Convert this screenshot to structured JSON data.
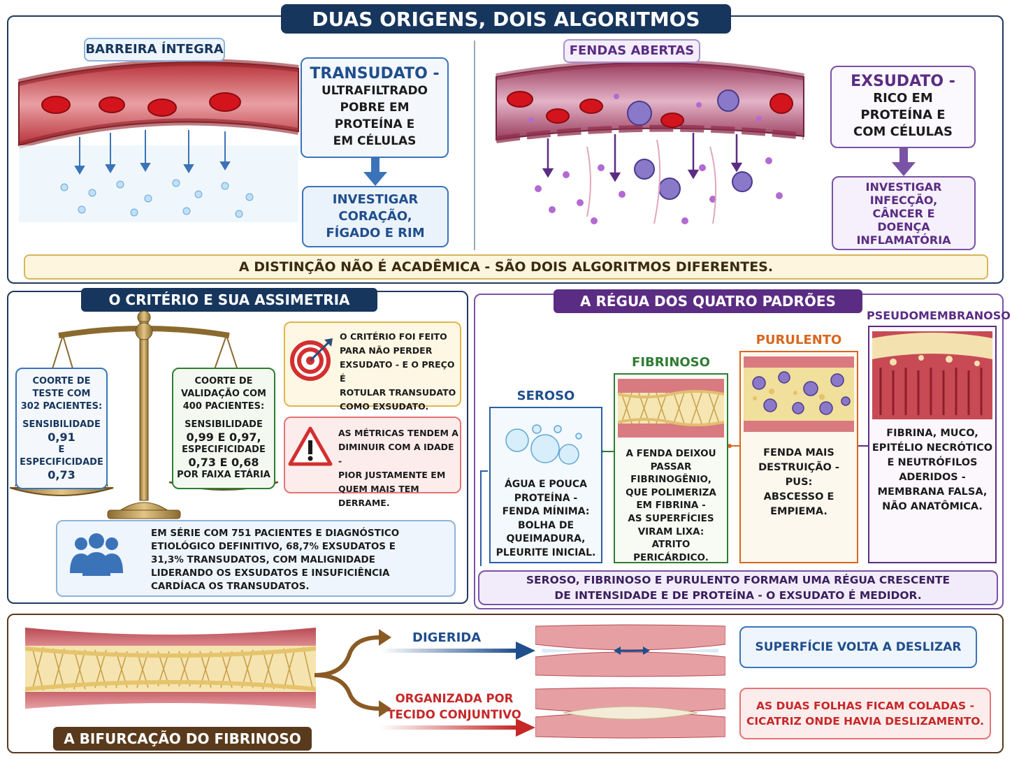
{
  "title": "DUAS ORIGENS, DOIS ALGORITMOS",
  "top": {
    "left_label": "BARREIRA ÍNTEGRA",
    "right_label": "FENDAS ABERTAS",
    "transudato": {
      "head": "TRANSUDATO -",
      "lines": [
        "ULTRAFILTRADO",
        "POBRE EM",
        "PROTEÍNA E",
        "EM CÉLULAS"
      ]
    },
    "transudato_action": [
      "INVESTIGAR",
      "CORAÇÃO,",
      "FÍGADO E RIM"
    ],
    "exsudato": {
      "head": "EXSUDATO -",
      "lines": [
        "RICO EM",
        "PROTEÍNA E",
        "COM CÉLULAS"
      ]
    },
    "exsudato_action": [
      "INVESTIGAR",
      "INFECÇÃO,",
      "CÂNCER E",
      "DOENÇA",
      "INFLAMATÓRIA"
    ],
    "banner": "A DISTINÇÃO NÃO É ACADÊMICA - SÃO DOIS ALGORITMOS DIFERENTES."
  },
  "criterio": {
    "title": "O CRITÉRIO E SUA ASSIMETRIA",
    "teste": [
      "COORTE DE",
      "TESTE COM",
      "302 PACIENTES:",
      "",
      "SENSIBILIDADE",
      "0,91",
      "E",
      "ESPECIFICIDADE",
      "0,73"
    ],
    "validacao": [
      "COORTE DE",
      "VALIDAÇÃO COM",
      "400 PACIENTES:",
      "",
      "SENSIBILIDADE",
      "0,99 E 0,97,",
      "ESPECIFICIDADE",
      "0,73 E 0,68",
      "POR FAIXA ETÁRIA"
    ],
    "note1": [
      "O CRITÉRIO FOI FEITO",
      "PARA NÃO PERDER",
      "EXSUDATO - E O PREÇO É",
      "ROTULAR TRANSUDATO",
      "COMO EXSUDATO."
    ],
    "note2": [
      "AS MÉTRICAS TENDEM A",
      "DIMINUIR  COM A IDADE -",
      "PIOR JUSTAMENTE EM",
      "QUEM MAIS TEM DERRAME."
    ],
    "serie": [
      "EM SÉRIE COM 751 PACIENTES E DIAGNÓSTICO",
      "ETIOLÓGICO DEFINITIVO, 68,7% EXSUDATOS E",
      "31,3% TRANSUDATOS, COM MALIGNIDADE",
      "LIDERANDO OS EXSUDATOS E INSUFICIÊNCIA",
      "CARDÍACA OS TRANSUDATOS."
    ]
  },
  "regua": {
    "title": "A RÉGUA DOS QUATRO PADRÕES",
    "seroso": {
      "label": "SEROSO",
      "text": [
        "ÁGUA E POUCA",
        "PROTEÍNA -",
        "FENDA MÍNIMA:",
        "BOLHA DE",
        "QUEIMADURA,",
        "PLEURITE INICIAL."
      ]
    },
    "fibrinoso": {
      "label": "FIBRINOSO",
      "text": [
        "A FENDA DEIXOU",
        "PASSAR",
        "FIBRINOGÊNIO,",
        "QUE POLIMERIZA",
        "EM FIBRINA -",
        "AS SUPERFÍCIES",
        "VIRAM LIXA:",
        "ATRITO",
        "PERICÁRDICO."
      ]
    },
    "purulento": {
      "label": "PURULENTO",
      "text": [
        "FENDA MAIS",
        "DESTRUIÇÃO -",
        "PUS:",
        "ABSCESSO E",
        "EMPIEMA."
      ]
    },
    "pseudo": {
      "label": "PSEUDOMEMBRANOSO",
      "text": [
        "FIBRINA, MUCO,",
        "EPITÉLIO NECRÓTICO",
        "E NEUTRÓFILOS",
        "ADERIDOS -",
        "MEMBRANA FALSA,",
        "NÃO ANATÔMICA."
      ]
    },
    "banner": [
      "SEROSO, FIBRINOSO E PURULENTO FORMAM UMA RÉGUA CRESCENTE",
      "DE INTENSIDADE E DE PROTEÍNA - O EXSUDATO É MEDIDOR."
    ]
  },
  "bifurcacao": {
    "title": "A BIFURCAÇÃO DO FIBRINOSO",
    "digerida": "DIGERIDA",
    "organizada": [
      "ORGANIZADA POR",
      "TECIDO CONJUNTIVO"
    ],
    "result1": "SUPERFÍCIE VOLTA A DESLIZAR",
    "result2": [
      "AS DUAS FOLHAS FICAM COLADAS -",
      "CICATRIZ ONDE HAVIA DESLIZAMENTO."
    ]
  },
  "colors": {
    "navy": "#17365d",
    "blue": "#1f4e8c",
    "purple": "#5b2c83",
    "green": "#2e7d32",
    "orange": "#d9661f",
    "red": "#c62828",
    "brown": "#5a3a1c"
  }
}
